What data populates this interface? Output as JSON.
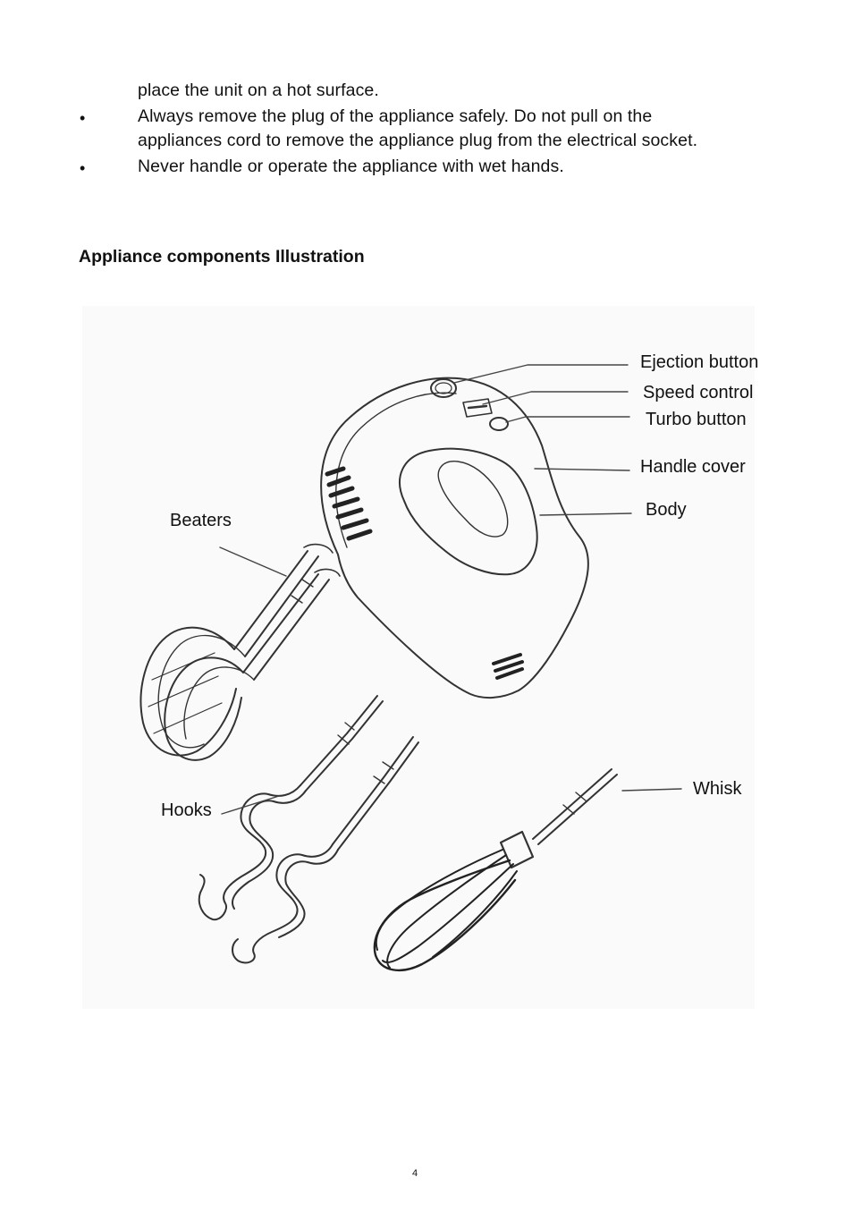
{
  "safety_list": {
    "continuation": "place the unit on a hot surface.",
    "items": [
      {
        "bullet": "•",
        "lines": [
          "Always remove the plug of the appliance safely. Do not pull on the",
          "appliances cord to remove the appliance plug from the electrical socket."
        ]
      },
      {
        "bullet": "•",
        "lines": [
          "Never handle or operate the appliance with wet hands."
        ]
      }
    ]
  },
  "section": {
    "heading": "Appliance components Illustration"
  },
  "illustration": {
    "labels": {
      "ejection_button": "Ejection button",
      "speed_control": "Speed control",
      "turbo_button": "Turbo button",
      "handle_cover": "Handle cover",
      "body": "Body",
      "beaters": "Beaters",
      "hooks": "Hooks",
      "whisk": "Whisk"
    }
  },
  "footer": {
    "page_number": "4"
  }
}
